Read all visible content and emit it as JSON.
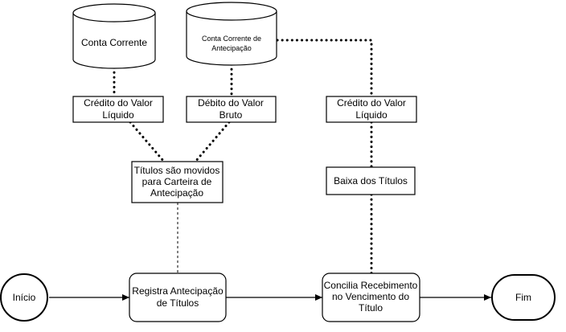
{
  "diagram": {
    "nodes": {
      "db_conta_corrente": {
        "label": "Conta Corrente"
      },
      "db_conta_antecipacao": {
        "lines": [
          "Conta Corrente de",
          "Antecipação"
        ]
      },
      "credito_esq": {
        "lines": [
          "Crédito do Valor",
          "Líquido"
        ]
      },
      "debito": {
        "lines": [
          "Débito do Valor",
          "Bruto"
        ]
      },
      "credito_dir": {
        "lines": [
          "Crédito do Valor",
          "Líquido"
        ]
      },
      "titulos_movidos": {
        "lines": [
          "Títulos são movidos",
          "para Carteira de",
          "Antecipação"
        ]
      },
      "baixa": {
        "label": "Baixa dos Títulos"
      },
      "inicio": {
        "label": "Início"
      },
      "registra": {
        "lines": [
          "Registra Antecipação",
          "de Títulos"
        ]
      },
      "concilia": {
        "lines": [
          "Concilia Recebimento",
          "no Vencimento do",
          "Título"
        ]
      },
      "fim": {
        "label": "Fim"
      }
    }
  }
}
